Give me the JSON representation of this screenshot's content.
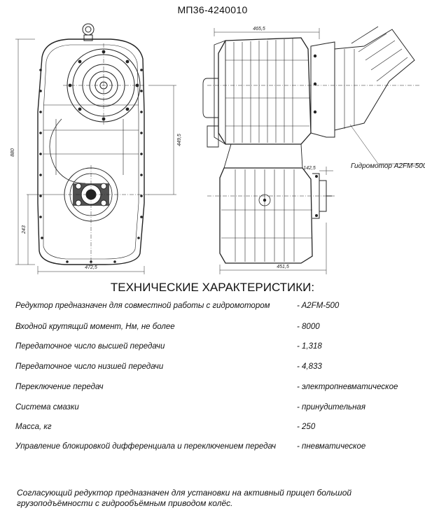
{
  "document": {
    "title": "МП36-4240010",
    "drawing": {
      "dim_overall_height": "880",
      "dim_flange_offset": "449,5",
      "dim_lower_offset": "243",
      "dim_width_front": "472,5",
      "dim_top_side": "465,5",
      "dim_bottom_side": "451,5",
      "dim_small": "142,5",
      "hydromotor_label": "Гидромотор A2FM-500"
    },
    "spec_heading": "ТЕХНИЧЕСКИЕ ХАРАКТЕРИСТИКИ:",
    "specs": [
      {
        "label": "Редуктор предназначен для совместной работы с гидромотором",
        "value": "- A2FM-500"
      },
      {
        "label": "Входной крутящий момент, Нм,  не более",
        "value": "- 8000"
      },
      {
        "label": "Передаточное число высшей передачи",
        "value": "- 1,318"
      },
      {
        "label": "Передаточное число низшей передачи",
        "value": "- 4,833"
      },
      {
        "label": "Переключение передач",
        "value": "- электропневматическое"
      },
      {
        "label": "Система смазки",
        "value": "- принудительная"
      },
      {
        "label": "Масса, кг",
        "value": "- 250"
      },
      {
        "label": "Управление блокировкой дифференциала и переключением передач",
        "value": "- пневматическое"
      }
    ],
    "footnote": "Согласующий редуктор предназначен для установки на  активный прицеп большой грузоподъёмности с гидрообъёмным приводом колёс."
  }
}
